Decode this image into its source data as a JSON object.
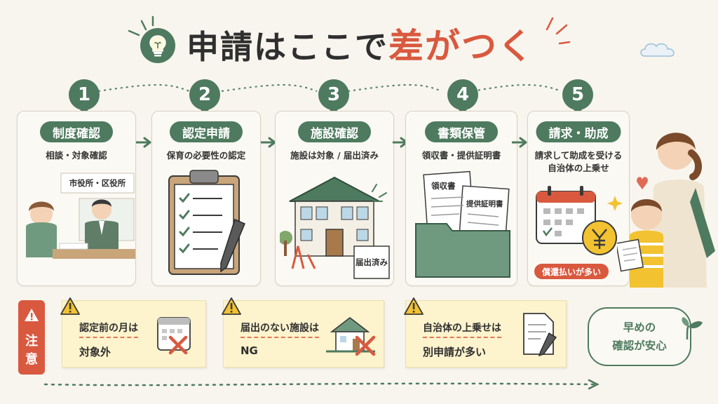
{
  "title": {
    "main": "申請はここで",
    "accent": "差がつく"
  },
  "colors": {
    "green": "#4e7a5f",
    "accent": "#d9593f",
    "note_bg": "#fdf3cd",
    "bg": "#f8f5ee"
  },
  "steps": [
    {
      "number": "1",
      "label": "制度確認",
      "sub": "相談・対象確認",
      "sign": "市役所・区役所"
    },
    {
      "number": "2",
      "label": "認定申請",
      "sub": "保育の必要性の認定"
    },
    {
      "number": "3",
      "label": "施設確認",
      "sub": "施設は対象 / 届出済み",
      "sign": "届出済み"
    },
    {
      "number": "4",
      "label": "書類保管",
      "sub": "領収書・提供証明書",
      "doc1": "領収書",
      "doc2": "提供証明書"
    },
    {
      "number": "5",
      "label": "請求・助成",
      "sub": "請求して助成を受ける",
      "sub2": "自治体の上乗せ",
      "badge": "償還払いが多い"
    }
  ],
  "caution": {
    "label_1": "注",
    "label_2": "意"
  },
  "notes": [
    {
      "line1": "認定前の月は",
      "line2": "対象外",
      "icon": "calendar-x-icon"
    },
    {
      "line1": "届出のない施設は",
      "line2": "NG",
      "icon": "house-x-icon"
    },
    {
      "line1": "自治体の上乗せは",
      "line2": "別申請が多い",
      "icon": "document-pen-icon"
    }
  ],
  "safe": {
    "line1": "早めの",
    "line2": "確認が安心"
  }
}
